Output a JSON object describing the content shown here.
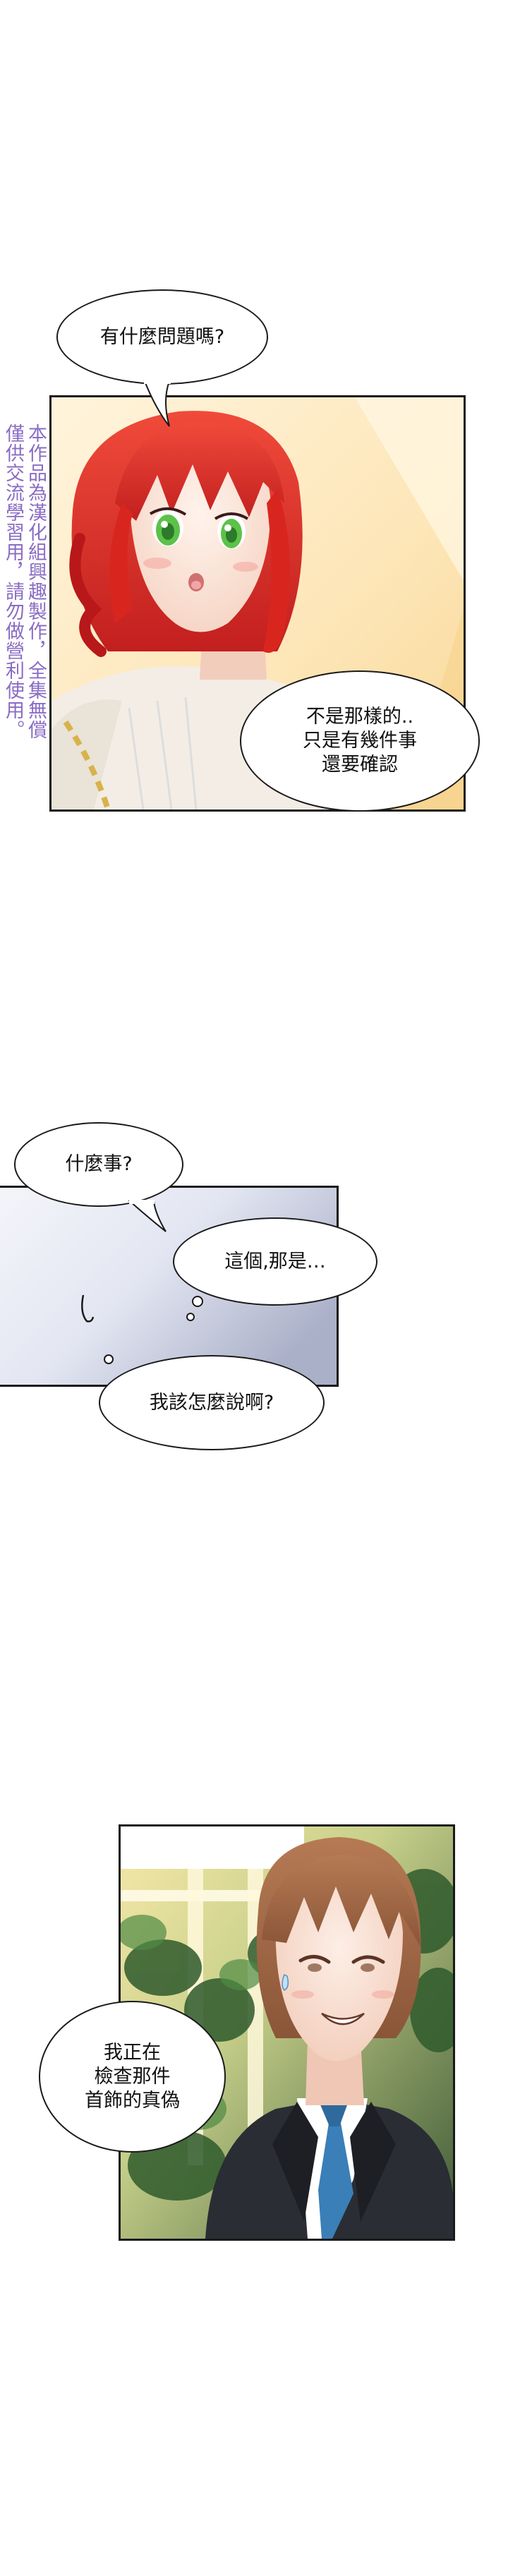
{
  "watermark": {
    "line1": "本作品為漢化組興趣製作，全集無償",
    "line2": "僅供交流學習用，請勿做營利使用。"
  },
  "panel1": {
    "bubble_top": "有什麼問題嗎?",
    "bubble_right": "不是那樣的..\n只是有幾件事\n還要確認"
  },
  "panel2": {
    "bubble_left": "什麼事?",
    "bubble_middle": "這個,那是…",
    "bubble_bottom": "我該怎麼說啊?"
  },
  "panel3": {
    "bubble_left": "我正在\n檢查那件\n首飾的真偽"
  },
  "colors": {
    "hair_red": "#e0302a",
    "eye_green": "#5cc24a",
    "watermark_purple": "#8a6cc4",
    "tie_blue": "#3a7fb8",
    "hair_brown": "#a06a48"
  }
}
